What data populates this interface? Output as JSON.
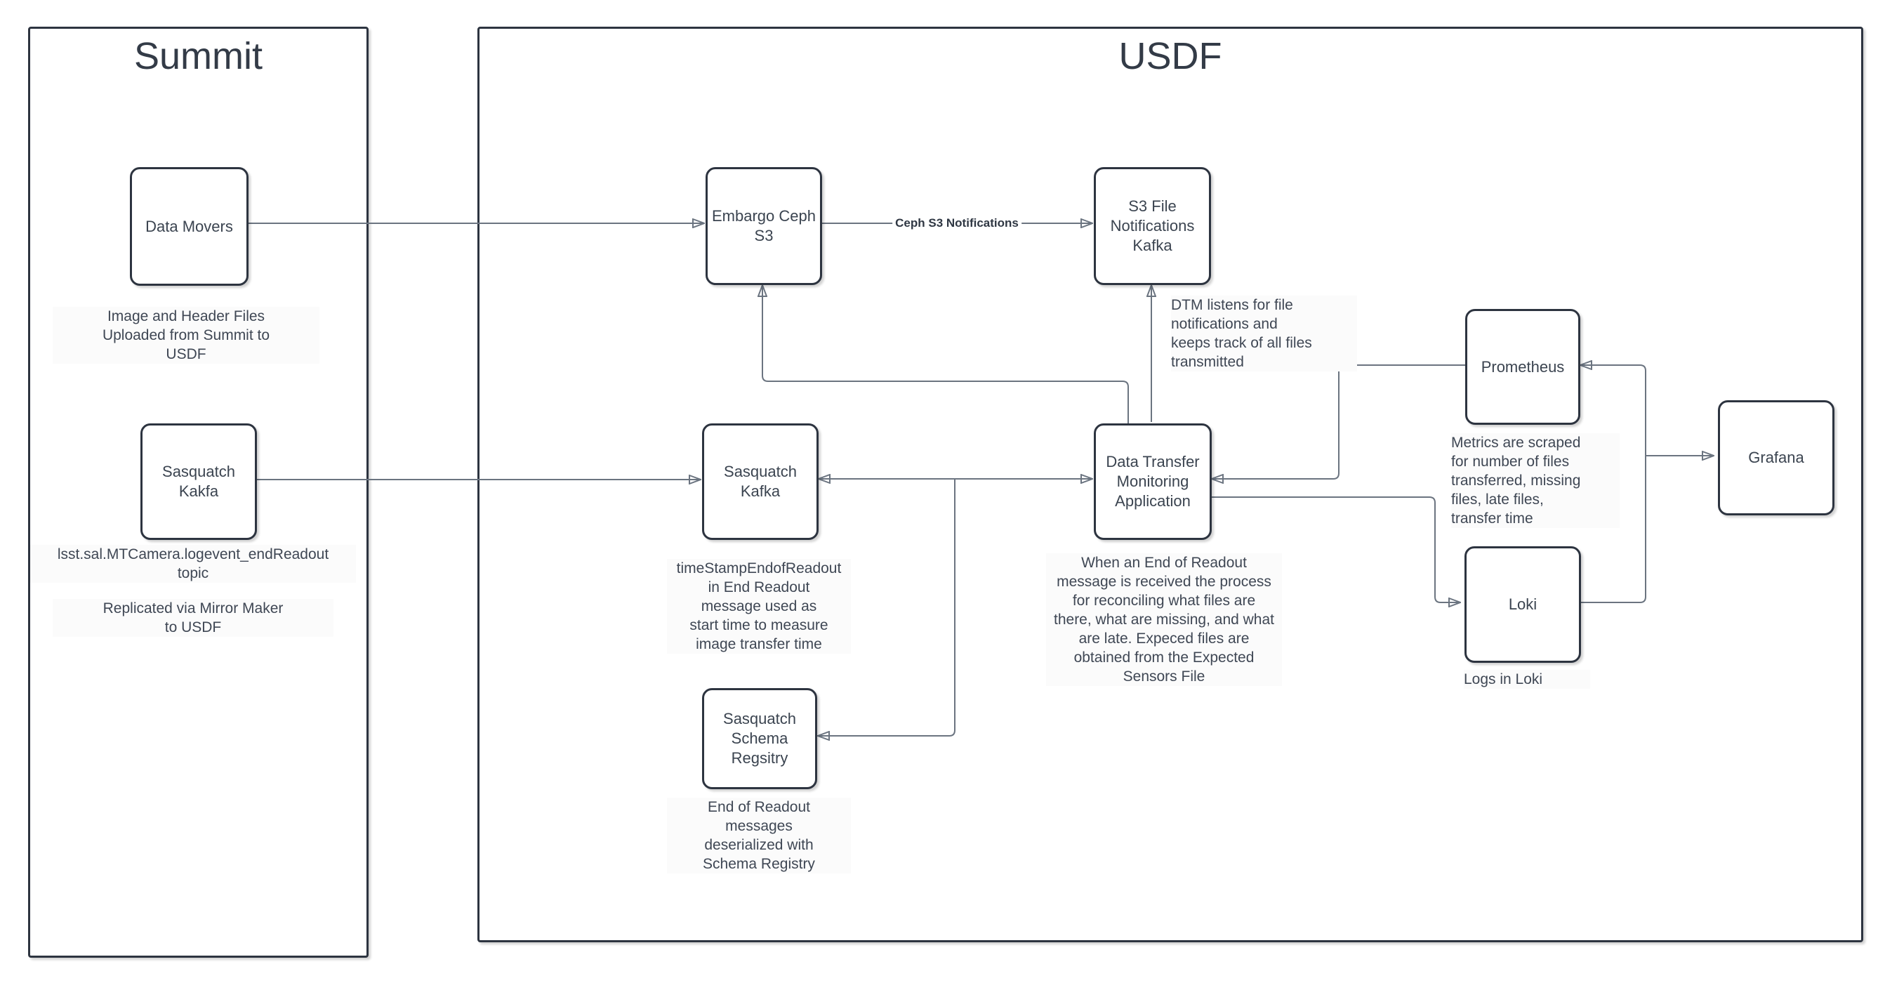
{
  "containers": {
    "summit": {
      "title": "Summit"
    },
    "usdf": {
      "title": "USDF"
    }
  },
  "nodes": {
    "data_movers": "Data Movers",
    "sasquatch_kakfa_summit": "Sasquatch\nKakfa",
    "embargo_ceph_s3": "Embargo Ceph\nS3",
    "s3_file_notifications_kafka": "S3 File\nNotifications\nKafka",
    "sasquatch_kafka_usdf": "Sasquatch\nKafka",
    "data_transfer_monitoring": "Data Transfer\nMonitoring\nApplication",
    "sasquatch_schema_registry": "Sasquatch\nSchema\nRegsitry",
    "prometheus": "Prometheus",
    "grafana": "Grafana",
    "loki": "Loki"
  },
  "notes": {
    "data_movers_note": "Image and Header Files\nUploaded from Summit to\nUSDF",
    "summit_kafka_topic_note": "lsst.sal.MTCamera.logevent_endReadout\ntopic",
    "summit_kafka_replication_note": "Replicated via Mirror Maker\nto USDF",
    "s3_kafka_note": "DTM listens for file\nnotifications and\nkeeps track of all files\ntransmitted",
    "sasquatch_kafka_note": "timeStampEndofReadout\nin End Readout\nmessage used as\nstart time to measure\nimage transfer time",
    "dtm_note": "When an End of Readout\nmessage is received the process\nfor reconciling what files are\nthere, what are missing, and what\nare late. Expeced files are\nobtained from the Expected\nSensors File",
    "prometheus_note": "Metrics are scraped\nfor number of files\ntransferred, missing\nfiles, late files,\ntransfer time",
    "loki_note": "Logs in Loki",
    "schema_registry_note": "End of Readout\nmessages\ndeserialized with\nSchema Registry"
  },
  "edge_labels": {
    "ceph_s3_notifications": "Ceph S3 Notifications"
  },
  "edges": [
    {
      "from": "data_movers",
      "to": "embargo_ceph_s3",
      "arrow": "to"
    },
    {
      "from": "embargo_ceph_s3",
      "to": "s3_file_notifications_kafka",
      "arrow": "to",
      "label": "Ceph S3 Notifications"
    },
    {
      "from": "sasquatch_kakfa_summit",
      "to": "sasquatch_kafka_usdf",
      "arrow": "to"
    },
    {
      "from": "sasquatch_kafka_usdf",
      "to": "data_transfer_monitoring",
      "arrow": "both"
    },
    {
      "from": "data_transfer_monitoring",
      "to": "sasquatch_schema_registry",
      "arrow": "to"
    },
    {
      "from": "data_transfer_monitoring",
      "to": "s3_file_notifications_kafka",
      "arrow": "to"
    },
    {
      "from": "data_transfer_monitoring",
      "to": "embargo_ceph_s3",
      "arrow": "to"
    },
    {
      "from": "prometheus",
      "to": "data_transfer_monitoring",
      "arrow": "to"
    },
    {
      "from": "data_transfer_monitoring",
      "to": "loki",
      "arrow": "to"
    },
    {
      "from": "loki",
      "to": "prometheus",
      "arrow": "to"
    },
    {
      "from": "loki_prometheus_junction",
      "to": "grafana",
      "arrow": "to"
    }
  ],
  "colors": {
    "canvas": "#ffffff",
    "box_border": "#2d3440",
    "text": "#3b4450",
    "connector": "#6b7480",
    "arrowhead": "#3f4650",
    "note_background": "#fbfbfb"
  }
}
